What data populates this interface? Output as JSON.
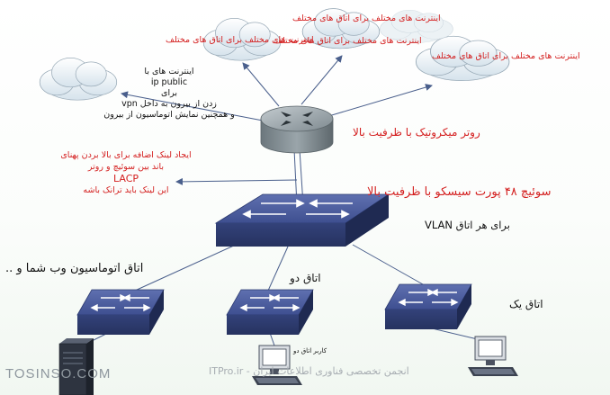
{
  "clouds": {
    "cloud_internet_vpn": {
      "lines": [
        "اینترنت های با",
        "ip public",
        "برای",
        "زدن از بیرون به داخل vpn",
        "و همچنین نمایش اتوماسیون از بیرون"
      ]
    },
    "cloud_internet_1": {
      "text": "اینترنت های مختلف برای اتاق های مختلف"
    },
    "cloud_internet_2": {
      "text": "اینترنت های مختلف برای اتاق های مختلف"
    },
    "cloud_internet_3": {
      "text": "اینترنت های مختلف برای اتاق های مختلف"
    },
    "cloud_internet_4": {
      "text": "اینترنت های مختلف برای اتاق های مختلف"
    }
  },
  "router": {
    "label": "روتر میکروتیک با ظرفیت بالا"
  },
  "lacp_note": {
    "lines": [
      "ایجاد لینک اضافه برای بالا بردن پهنای",
      "باند بین سوئیچ و روتر",
      "LACP",
      "این لینک باید ترانک باشه"
    ]
  },
  "core_switch": {
    "label": "سوئیچ ۴۸ پورت سیسکو با ظرفیت بالا",
    "vlan_note": "برای هر اتاق VLAN"
  },
  "rooms": {
    "automation": {
      "label": "اتاق اتوماسیون وب شما و .."
    },
    "room_two": {
      "label": "اتاق دو",
      "client_label": "کاربر اتاق دو"
    },
    "room_one": {
      "label": "اتاق یک"
    }
  },
  "watermarks": {
    "left": "TOSINSO.COM",
    "center": "انجمن تخصصی فناوری اطلاعات ایران - ITPro.ir"
  },
  "colors": {
    "device_blue": "#3b4c8c",
    "router_gray": "#8c979c",
    "annotation_red": "#d42020",
    "link_line": "#4a5f8c"
  }
}
